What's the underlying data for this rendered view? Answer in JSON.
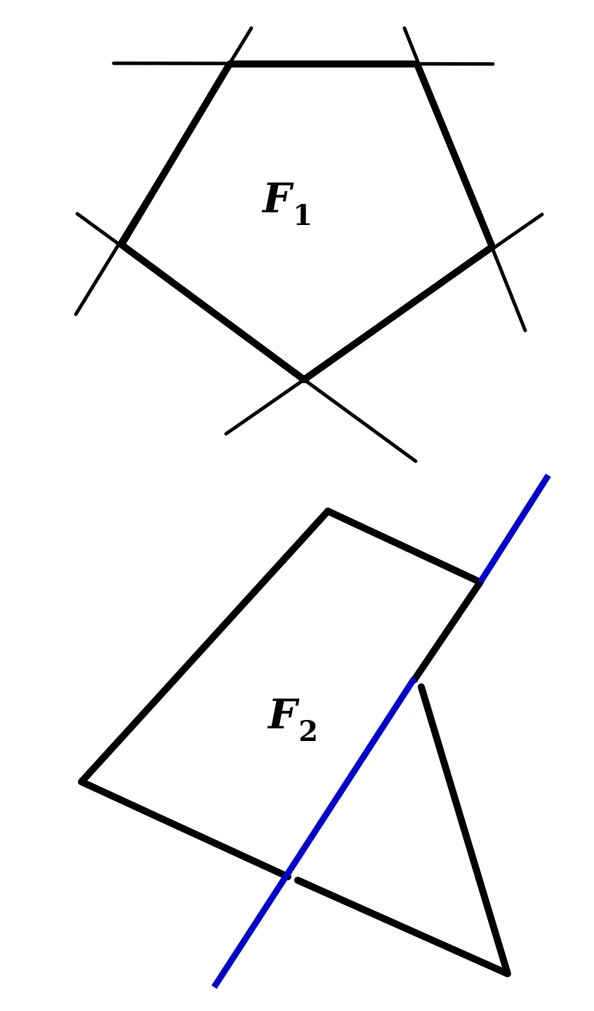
{
  "figures": [
    {
      "name": "F",
      "subscript": "1",
      "line_color": "#000000"
    },
    {
      "name": "F",
      "subscript": "2",
      "line_color": "#000000",
      "cut_line_color": "#0000cc"
    }
  ]
}
